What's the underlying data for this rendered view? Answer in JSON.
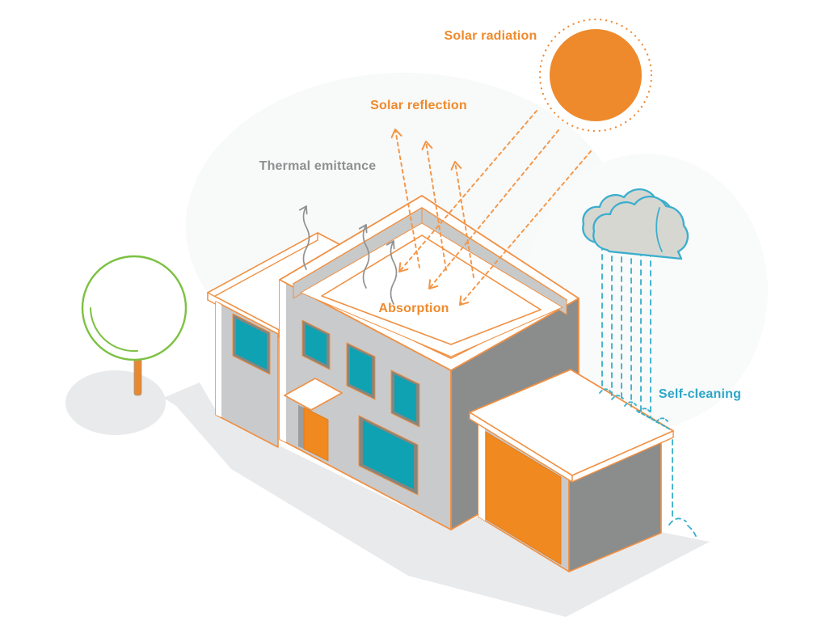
{
  "labels": {
    "solar_radiation": "Solar radiation",
    "solar_reflection": "Solar reflection",
    "thermal_emittance": "Thermal emittance",
    "absorption": "Absorption",
    "self_cleaning": "Self-cleaning"
  },
  "colors": {
    "orange_sun": "#EE8A2C",
    "orange_outline": "#F09043",
    "orange_door": "#F0891F",
    "gray_label": "#8D9091",
    "wall_light": "#C9CACB",
    "wall_dark": "#8B8D8D",
    "window_teal": "#0EA2B2",
    "window_frame": "#85867F",
    "rain_cyan": "#35AECB",
    "cyan_label": "#2BA6C8",
    "cloud_fill": "#D7D7D2",
    "ground_shadow": "#E9EAEB",
    "tree_green": "#7CC142"
  },
  "scene": {
    "objects": [
      "sun-icon",
      "cloud-icon",
      "rain",
      "two-story-house",
      "house-left-wing",
      "garage",
      "tree-icon",
      "ground-shadow"
    ]
  }
}
